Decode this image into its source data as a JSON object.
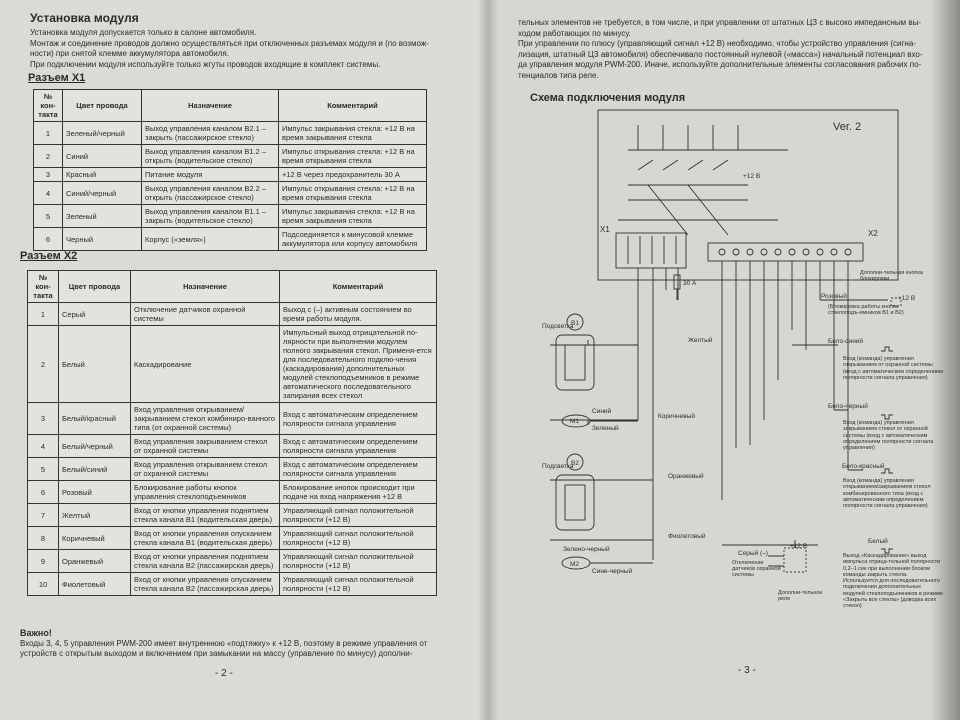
{
  "left": {
    "title": "Установка модуля",
    "intro": [
      "Установка модуля допускается только в салоне автомобиля.",
      "Монтаж и соединение проводов должно осуществляться при отключенных разъемах модуля и (по возмож-",
      "ности) при снятой клемме аккумулятора автомобиля.",
      "При подключении модуля используйте только жгуты проводов входящие в комплект системы."
    ],
    "x1": {
      "title": "Разъем X1",
      "headers": [
        "№ кон-такта",
        "Цвет провода",
        "Назначение",
        "Комментарий"
      ],
      "rows": [
        [
          "1",
          "Зеленый/черный",
          "Выход управления каналом В2.1 – закрыть (пассажирское стекло)",
          "Импульс закрывания стекла: +12 В на время закрывания стекла"
        ],
        [
          "2",
          "Синий",
          "Выход управления каналом В1.2 – открыть (водительское стекло)",
          "Импульс открывания стекла: +12 В на время открывания стекла"
        ],
        [
          "3",
          "Красный",
          "Питание модуля",
          "+12 В через предохранитель 30 А"
        ],
        [
          "4",
          "Синий/черный",
          "Выход управления каналом В2.2 – открыть (пассажирское стекло)",
          "Импульс открывания стекла: +12 В на время открывания стекла"
        ],
        [
          "5",
          "Зеленый",
          "Выход управления каналом В1.1 – закрыть (водительское стекло)",
          "Импульс закрывания стекла: +12 В на время закрывания стекла"
        ],
        [
          "6",
          "Черный",
          "Корпус («земля»)",
          "Подсоединяется к минусовой клемме аккумулятора или корпусу автомобиля"
        ]
      ]
    },
    "x2": {
      "title": "Разъем X2",
      "headers": [
        "№ кон-такта",
        "Цвет провода",
        "Назначение",
        "Комментарий"
      ],
      "rows": [
        [
          "1",
          "Серый",
          "Отключение датчиков охранной системы",
          "Выход с (–) активным состоянием во время работы модуля."
        ],
        [
          "2",
          "Белый",
          "Каскадирование",
          "Импульсный выход отрицательной по-лярности при выполнении модулем полного закрывания стекол. Применя-ется для последовательного подклю-чения (каскадирования) дополнительных модулей стеклоподъемников в режиме автоматического последовательного запирания всех стекол"
        ],
        [
          "3",
          "Белый/красный",
          "Вход управления открыванием/ закрыванием стекол комбиниро-ванного типа (от охранной системы)",
          "Вход с автоматическим определением полярности сигнала управления"
        ],
        [
          "4",
          "Белый/черный",
          "Вход управления закрыванием стекол от охранной системы",
          "Вход с автоматическим определением полярности сигнала управления"
        ],
        [
          "5",
          "Белый/синий",
          "Вход управления открыванием стекол от охранной системы",
          "Вход с автоматическим определением полярности сигнала управления"
        ],
        [
          "6",
          "Розовый",
          "Блокирование работы кнопок управления стеклоподъемников",
          "Блокирование кнопок происходит при подаче на вход напряжения +12 В"
        ],
        [
          "7",
          "Желтый",
          "Вход от кнопки управления поднятием стекла канала В1 (водительская дверь)",
          "Управляющий сигнал положительной полярности (+12 В)"
        ],
        [
          "8",
          "Коричневый",
          "Вход от кнопки управления опусканием стекла канала В1 (водительская дверь)",
          "Управляющий сигнал положительной полярности (+12 В)"
        ],
        [
          "9",
          "Оранжевый",
          "Вход от кнопки управления поднятием стекла канала В2 (пассажирская дверь)",
          "Управляющий сигнал положительной полярности (+12 В)"
        ],
        [
          "10",
          "Фиолетовый",
          "Вход от кнопки управления опусканием стекла канала В2 (пассажирская дверь)",
          "Управляющий сигнал положительной полярности (+12 В)"
        ]
      ]
    },
    "note_title": "Важно!",
    "note_text": "Входы 3, 4, 5 управления PWM-200 имеет внутреннюю «подтяжку» к +12 В, поэтому в режиме управления от устройств с открытым выходом и включением при замыкании на массу (управление по минусу) дополни-",
    "page_number": "- 2 -"
  },
  "right": {
    "top_text": [
      "тельных элементов не требуется, в том числе, и при управлении от штатных ЦЗ с высоко импедансным вы-",
      "ходом работающих по минусу.",
      "При управлении по плюсу (управляющий сигнал +12 В) необходимо, чтобы устройство управления (сигна-",
      "лизация, штатный ЦЗ автомобиля) обеспечивало постоянный нулевой («масса») начальный потенциал вхо-",
      "да управления модуля PWM-200. Иначе, используйте дополнительные элементы согласования рабочих по-",
      "тенциалов типа реле."
    ],
    "diagram_title": "Схема подключения модуля",
    "version": "Ver. 2",
    "labels": {
      "plus12": "+12 В",
      "x1": "X1",
      "x2": "X2",
      "fuse": "30 А",
      "b1": "B1",
      "b2": "B2",
      "m1": "M1",
      "m2": "M2",
      "backlight1": "Подсветка",
      "backlight2": "Подсветка",
      "blue": "Синий",
      "green": "Зеленый",
      "yellow": "Желтый",
      "brown": "Коричневый",
      "orange": "Оранжевый",
      "violet": "Фиолетовый",
      "green_black": "Зелено-черный",
      "blue_black": "Сине-черный",
      "pink": "Розовый",
      "white_blue": "Бело-синий",
      "white_black": "Бело-черный",
      "white_red": "Бело-красный",
      "white": "Белый",
      "gray": "Серый (–)",
      "extra_button": "Дополни-тельная кнопка блокировки",
      "extra_button_note": "(Блокировка работы кнопок стеклоподъ-емников B1 и B2)",
      "in_open": "Вход (команда) управления открыванием от охранной системы (вход с автоматическим определением полярности сигнала управления)",
      "in_close": "Вход (команда) управления закрыванием стекол от охранной системы (вход с автоматическим определением полярности сигнала управления)",
      "in_combo": "Вход (команда) управления открыванием/закрыванием стекол комбинированного типа (вход с автоматическим определением полярности сигнала управления)",
      "cascade": "Выход «Каскадирование» выход импульса отрица-тельной полярности 0,2–1 сек при выполнении блоком команды закрыть стекла. Используется для последовательного подключения дополнительных модулей стеклоподъемников в режиме «Закрыть все стекла» (доводка всех стекол)",
      "sensors_off": "Отключение датчиков охранной системы",
      "relay": "Дополни-тельное реле"
    },
    "page_number": "- 3 -"
  }
}
